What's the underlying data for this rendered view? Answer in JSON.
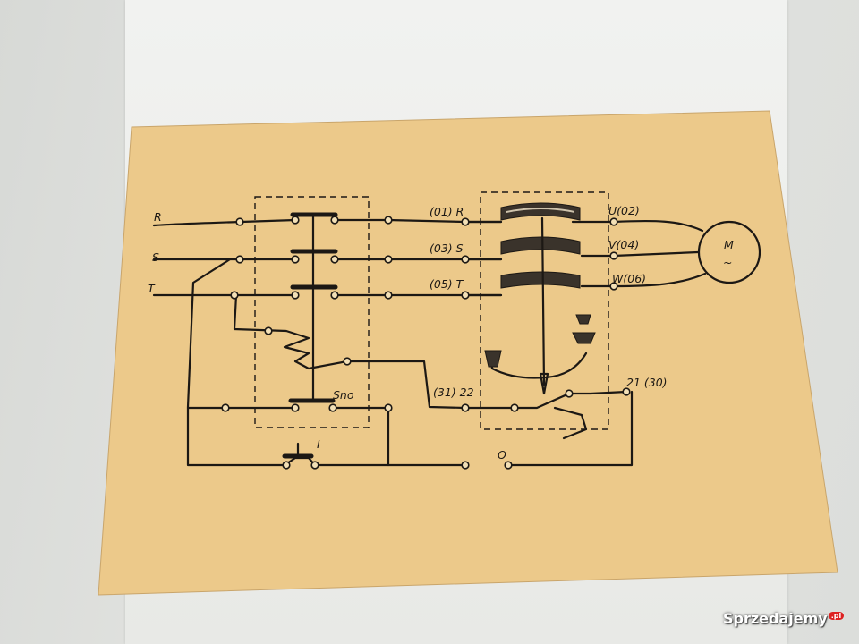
{
  "diagram": {
    "lines_left": [
      "R",
      "S",
      "T"
    ],
    "contactor_terminals": [
      "(01) R",
      "(03) S",
      "(05) T"
    ],
    "motor_terminals": [
      "U(02)",
      "V(04)",
      "W(06)"
    ],
    "motor_label": "M",
    "motor_symbol": "~",
    "switch_label": "Sno",
    "aux_left_label": "(31) 22",
    "aux_right_label": "21 (30)",
    "start_button_label": "I",
    "stop_button_label": "O"
  },
  "watermark": {
    "text": "Sprzedajemy",
    "suffix": ".pl"
  }
}
